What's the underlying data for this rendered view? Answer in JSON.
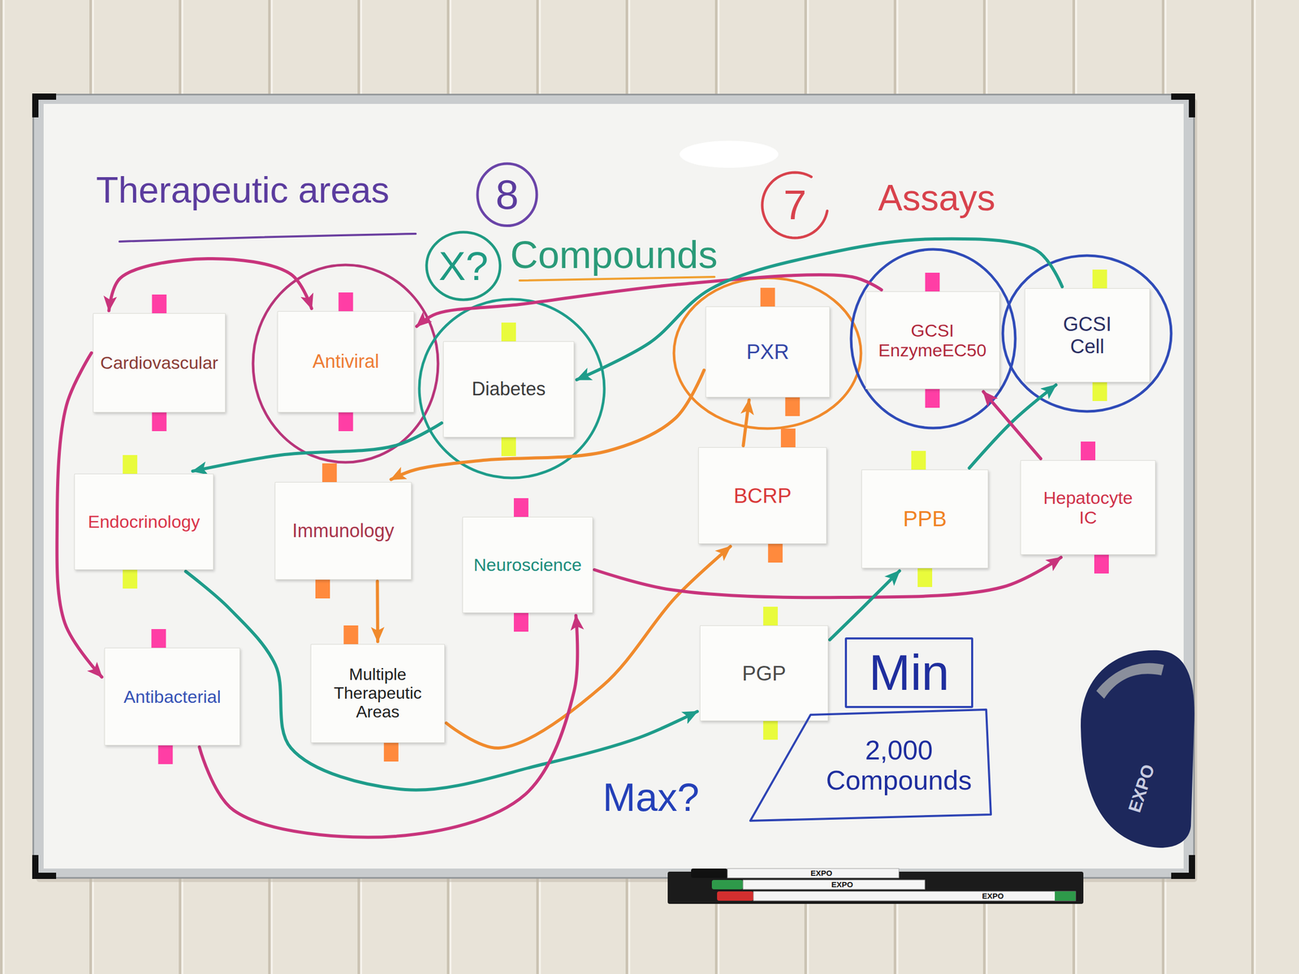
{
  "diagram": {
    "nodes": [
      {
        "text": [
          "8"
        ]
      },
      {
        "text": [
          "7"
        ]
      },
      {
        "text": [
          "X?"
        ]
      },
      {
        "text": [
          "Cardiovascular"
        ]
      },
      {
        "text": [
          "Antiviral"
        ]
      },
      {
        "text": [
          "Diabetes"
        ]
      },
      {
        "text": [
          "PXR"
        ]
      },
      {
        "text": [
          "GCSI EnzymeEC50"
        ]
      },
      {
        "text": [
          "GCSI Cell"
        ]
      },
      {
        "text": [
          "Endocrinology"
        ]
      },
      {
        "text": [
          "Immunology"
        ]
      },
      {
        "text": [
          "Neuroscience"
        ]
      },
      {
        "text": [
          "BCRP"
        ]
      },
      {
        "text": [
          "PPB"
        ]
      },
      {
        "text": [
          "Hepatocyte IC"
        ]
      },
      {
        "text": [
          "Antibacterial"
        ]
      },
      {
        "text": [
          "Multiple Therapeutic Areas"
        ]
      },
      {
        "text": [
          "PGP"
        ]
      },
      {
        "text": [
          "Min"
        ]
      },
      {
        "text": [
          "2,000 Compounds"
        ]
      }
    ],
    "edges": [
      {
        "from": 3,
        "to": 4,
        "arrow": "both"
      },
      {
        "from": 7,
        "to": 4,
        "arrow": "to"
      },
      {
        "from": 8,
        "to": 5,
        "arrow": "to"
      },
      {
        "from": 5,
        "to": 9,
        "arrow": "to"
      },
      {
        "from": 6,
        "to": 10,
        "arrow": "to"
      },
      {
        "from": 3,
        "to": 15,
        "arrow": "to"
      },
      {
        "from": 10,
        "to": 16,
        "arrow": "to"
      },
      {
        "from": 16,
        "to": 12,
        "arrow": "to"
      },
      {
        "from": 12,
        "to": 6,
        "arrow": "to"
      },
      {
        "from": 9,
        "to": 17,
        "arrow": "to"
      },
      {
        "from": 15,
        "to": 11,
        "arrow": "to"
      },
      {
        "from": 11,
        "to": 14,
        "arrow": "to"
      },
      {
        "from": 17,
        "to": 13,
        "arrow": "to"
      },
      {
        "from": 13,
        "to": 8,
        "arrow": "to"
      },
      {
        "from": 14,
        "to": 7,
        "arrow": "to"
      }
    ],
    "labels": [
      "Therapeutic areas",
      "Assays",
      "Compounds",
      "Max?",
      "EXPO",
      "EXPO",
      "EXPO",
      "EXPO"
    ]
  }
}
